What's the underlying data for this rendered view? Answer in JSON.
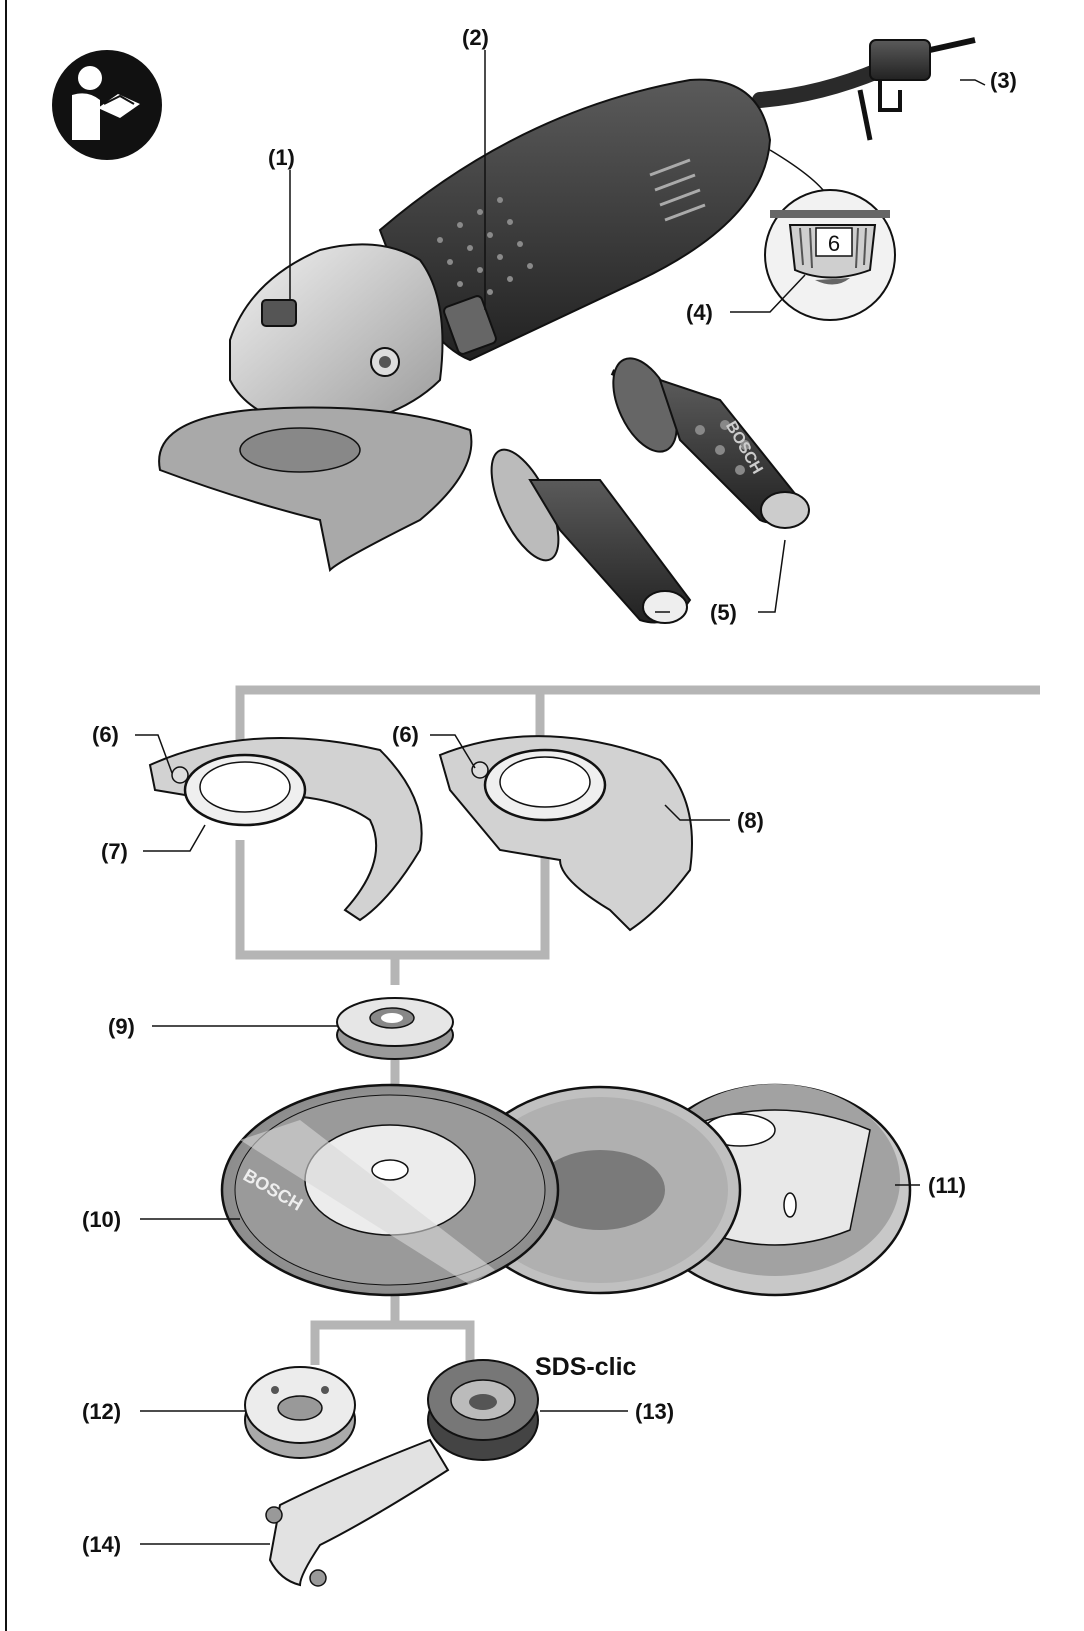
{
  "callouts": {
    "c1": "(1)",
    "c2": "(2)",
    "c3": "(3)",
    "c4": "(4)",
    "c5": "(5)",
    "c6a": "(6)",
    "c6b": "(6)",
    "c7": "(7)",
    "c8": "(8)",
    "c9": "(9)",
    "c10": "(10)",
    "c11": "(11)",
    "c12": "(12)",
    "c13": "(13)",
    "c14": "(14)"
  },
  "dial_value": "6",
  "product_texts": {
    "sds_label": "SDS-clic",
    "handle_brand": "BOSCH",
    "disc_brand": "BOSCH"
  },
  "icons": {
    "manual": "read-manual-icon"
  },
  "colors": {
    "line": "#111111",
    "bracket": "#b5b5b5",
    "tool_dark": "#3a3a3a",
    "tool_mid": "#8a8a8a",
    "tool_light": "#d8d8d8"
  }
}
